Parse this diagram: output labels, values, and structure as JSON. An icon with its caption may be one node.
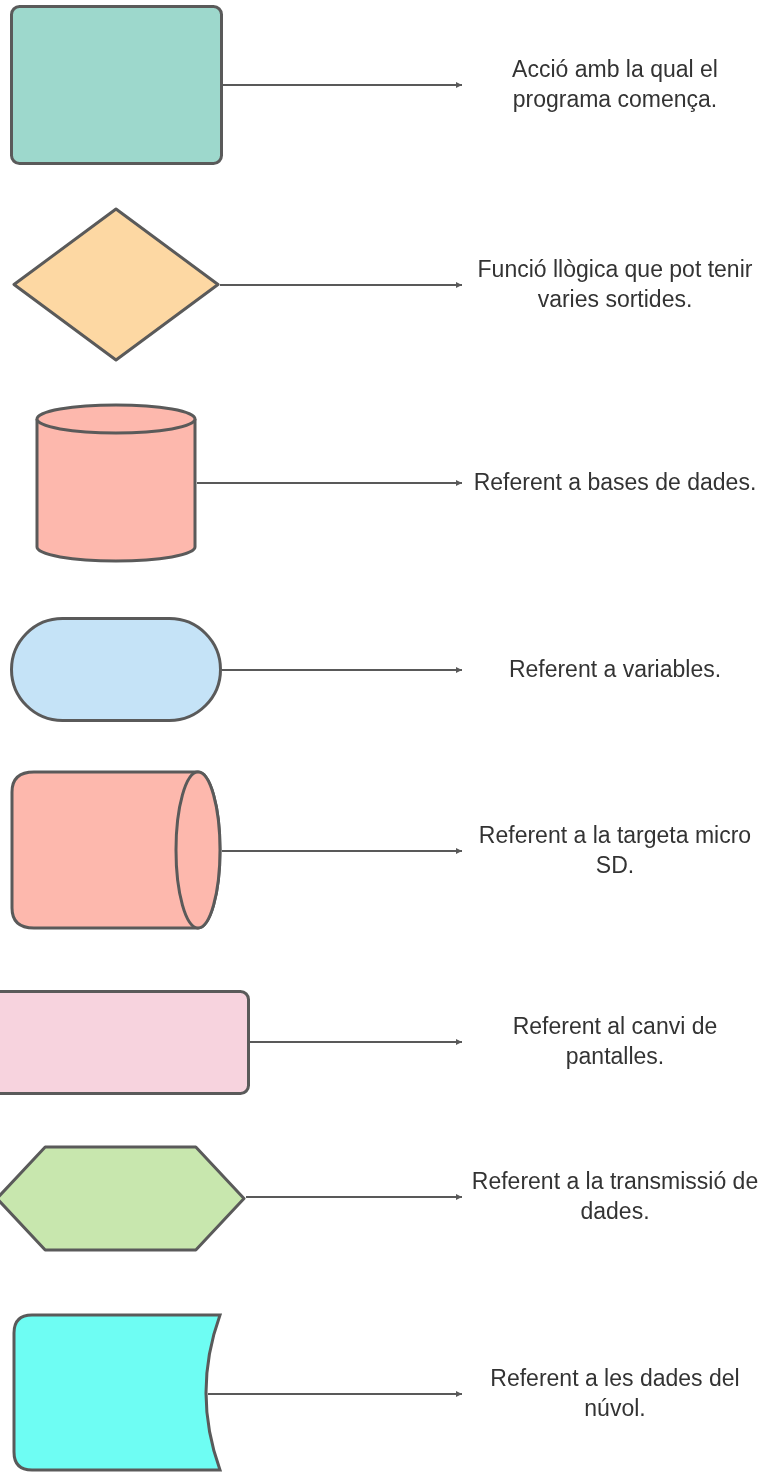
{
  "diagram": {
    "nodes": [
      {
        "text": [],
        "shape": "box"
      },
      {
        "text": [
          "Acció amb la qual el programa comença."
        ]
      },
      {
        "text": [],
        "shape": "diamond"
      },
      {
        "text": [
          "Funció llògica que pot tenir varies sortides."
        ]
      },
      {
        "text": [],
        "shape": "cylinder"
      },
      {
        "text": [
          "Referent a bases de dades."
        ]
      },
      {
        "text": [],
        "shape": "stadium"
      },
      {
        "text": [
          "Referent a variables."
        ]
      },
      {
        "text": [],
        "shape": "drum"
      },
      {
        "text": [
          "Referent a la targeta micro SD."
        ]
      },
      {
        "text": [],
        "shape": "box"
      },
      {
        "text": [
          "Referent al canvi de pantalles."
        ]
      },
      {
        "text": [],
        "shape": "hexagon"
      },
      {
        "text": [
          "Referent a la transmissió de dades."
        ]
      },
      {
        "text": [],
        "shape": "storage"
      },
      {
        "text": [
          "Referent a les dades del núvol."
        ]
      }
    ],
    "edges": [
      {
        "from": 0,
        "to": 1,
        "arrow": "to"
      },
      {
        "from": 2,
        "to": 3,
        "arrow": "to"
      },
      {
        "from": 4,
        "to": 5,
        "arrow": "to"
      },
      {
        "from": 6,
        "to": 7,
        "arrow": "to"
      },
      {
        "from": 8,
        "to": 9,
        "arrow": "to"
      },
      {
        "from": 10,
        "to": 11,
        "arrow": "to"
      },
      {
        "from": 12,
        "to": 13,
        "arrow": "to"
      },
      {
        "from": 14,
        "to": 15,
        "arrow": "to"
      }
    ]
  }
}
